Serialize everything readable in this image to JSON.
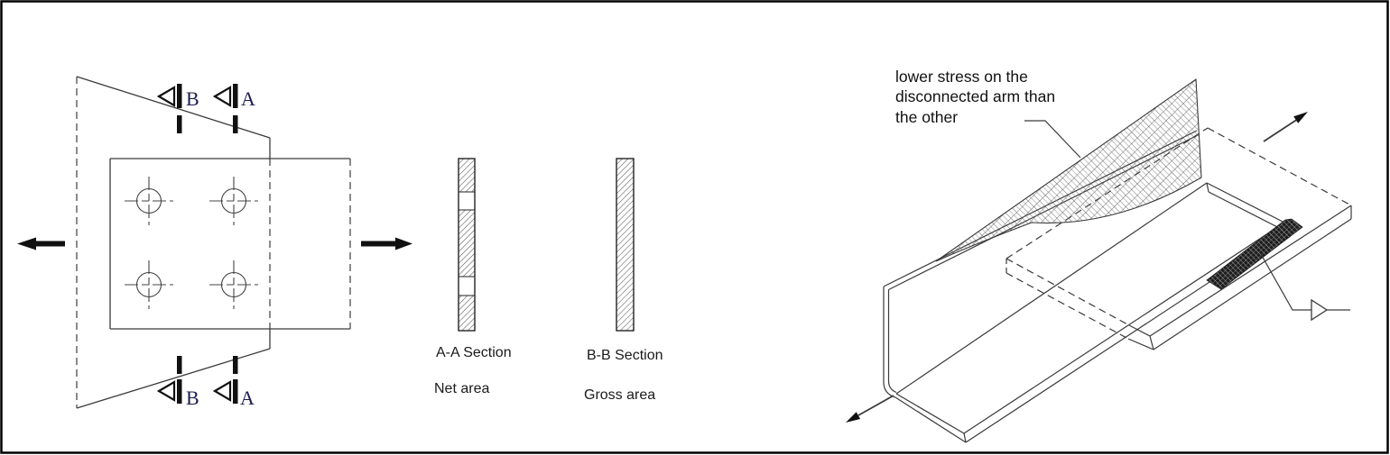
{
  "figure_title": "shear-lag-net-gross-area-diagram",
  "colors": {
    "line": "#3a3a3a",
    "solid_black": "#111111",
    "marker_letter": "#1e1e50",
    "hatch": "#555555",
    "text": "#1a1a1a"
  },
  "left_view": {
    "markers": {
      "top": [
        {
          "letter": "B"
        },
        {
          "letter": "A"
        }
      ],
      "bottom": [
        {
          "letter": "B"
        },
        {
          "letter": "A"
        }
      ]
    },
    "bolt_count": "4"
  },
  "sections": {
    "aa": {
      "title": "A-A Section",
      "subtitle": "Net area"
    },
    "bb": {
      "title": "B-B Section",
      "subtitle": "Gross area"
    }
  },
  "annotation": {
    "lines": [
      "lower stress on the",
      "disconnected arm than",
      "the other"
    ]
  },
  "icons": {
    "tension_arrow_left": "thick-left-arrow",
    "tension_arrow_right": "thick-right-arrow",
    "tension_arrow_up_right": "thin-up-right-arrow",
    "tension_arrow_down_left": "thin-down-left-arrow",
    "section_cut_marker": "open-left-triangle-with-bar",
    "weld_symbol": "open-right-triangle-on-line"
  }
}
